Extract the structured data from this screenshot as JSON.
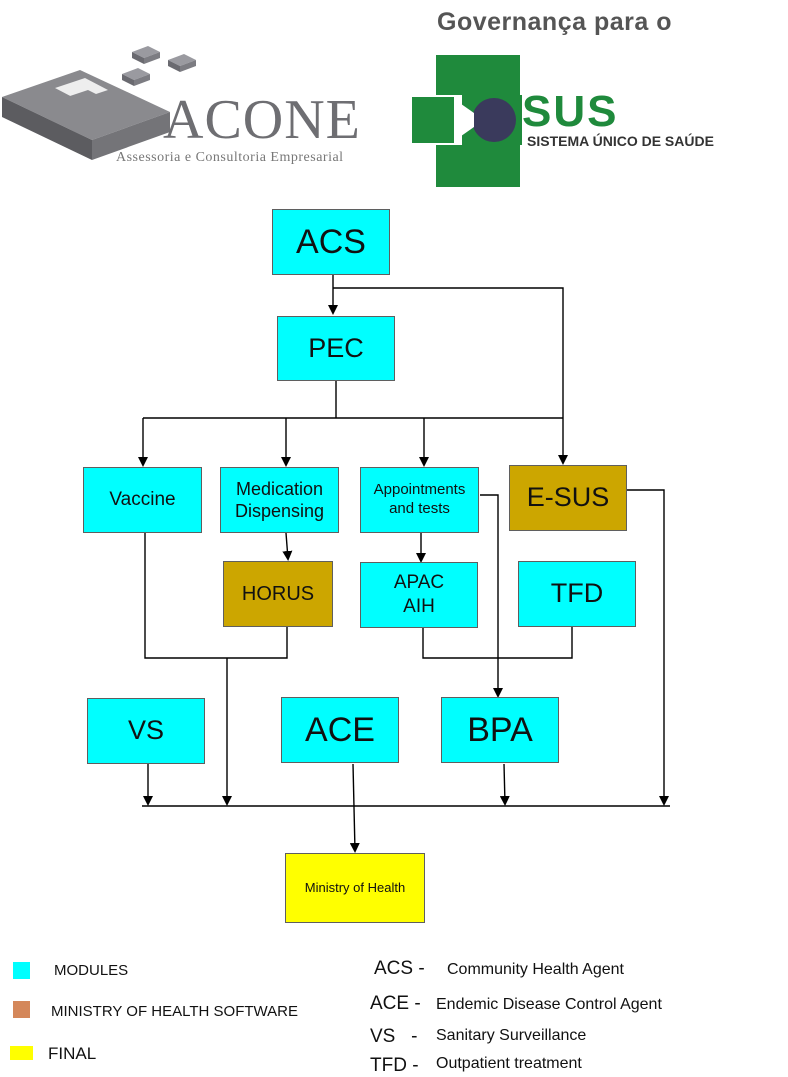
{
  "header": {
    "governance_text": "Governança para o",
    "acone_logo": {
      "name": "ACONE",
      "tagline": "Assessoria e Consultoria Empresarial"
    },
    "sus_logo": {
      "name": "SUS",
      "tagline": "SISTEMA ÚNICO DE SAÚDE"
    }
  },
  "colors": {
    "modules": "#00ffff",
    "ministry_software": "#cca600",
    "final": "#ffff00",
    "sus_green": "#1f8a3c",
    "acone_gray": "#6e6e72"
  },
  "nodes": {
    "acs": "ACS",
    "pec": "PEC",
    "vaccine": "Vaccine",
    "medication_line1": "Medication",
    "medication_line2": "Dispensing",
    "appointments_line1": "Appointments",
    "appointments_line2": "and tests",
    "esus": "E-SUS",
    "horus": "HORUS",
    "apac_line1": "APAC",
    "apac_line2": "AIH",
    "tfd": "TFD",
    "vs": "VS",
    "ace": "ACE",
    "bpa": "BPA",
    "ministry": "Ministry of Health"
  },
  "legend": [
    {
      "label": "MODULES",
      "color": "#00ffff"
    },
    {
      "label": "MINISTRY OF HEALTH SOFTWARE",
      "color": "#d4875a"
    },
    {
      "label": "FINAL",
      "color": "#ffff00"
    }
  ],
  "abbreviations": [
    {
      "abbr": "ACS -",
      "definition": "Community Health Agent"
    },
    {
      "abbr": "ACE -",
      "definition": "Endemic Disease Control Agent"
    },
    {
      "abbr": "VS   -",
      "definition": "Sanitary Surveillance"
    },
    {
      "abbr": "TFD -",
      "definition": "Outpatient treatment"
    }
  ]
}
